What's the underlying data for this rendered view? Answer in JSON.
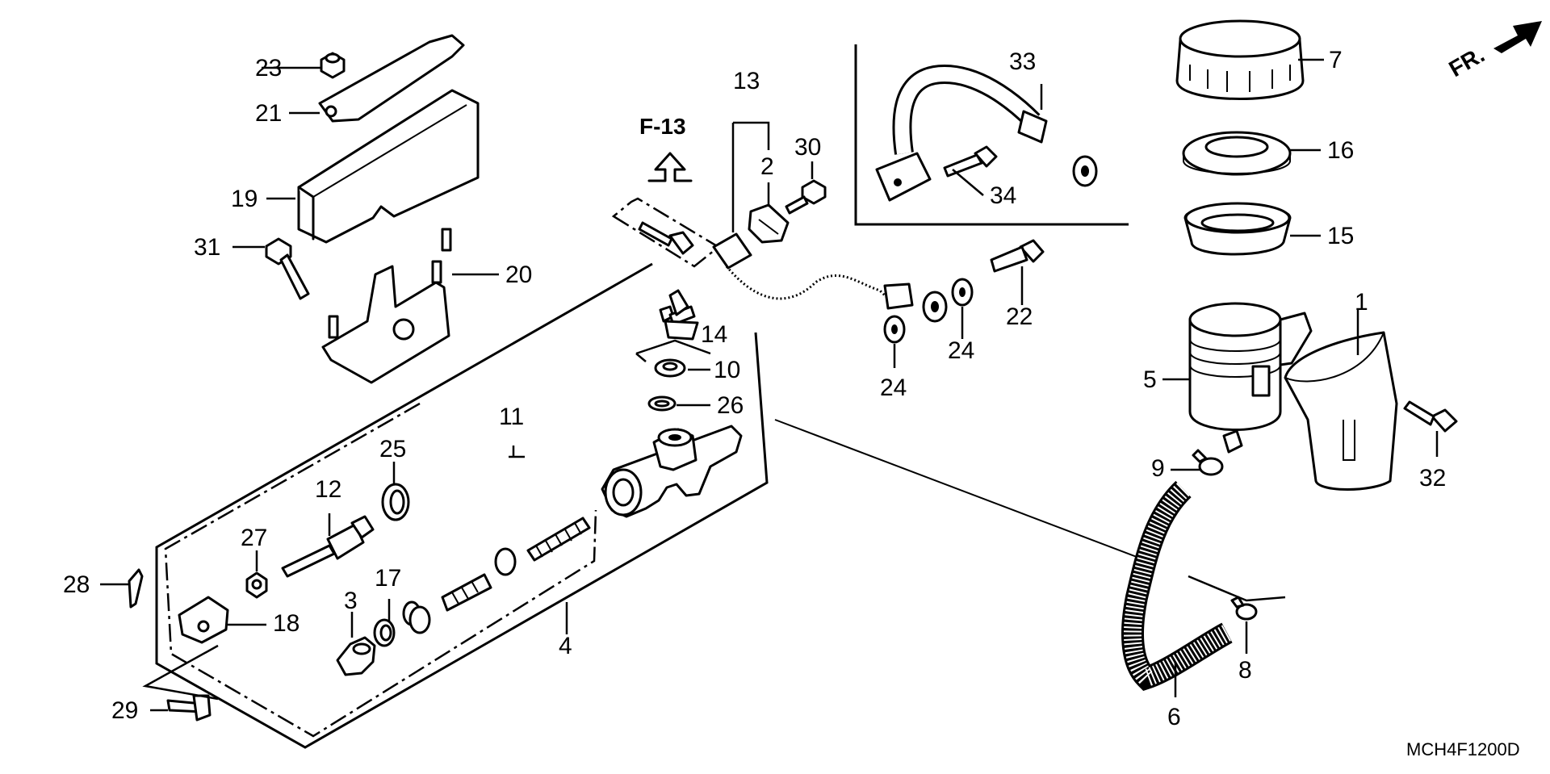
{
  "diagram": {
    "reference": "F-13",
    "direction": "FR.",
    "code": "MCH4F1200D",
    "labels": [
      "1",
      "2",
      "3",
      "4",
      "5",
      "6",
      "7",
      "8",
      "9",
      "10",
      "11",
      "12",
      "13",
      "14",
      "15",
      "16",
      "17",
      "18",
      "19",
      "20",
      "21",
      "22",
      "23",
      "24",
      "24",
      "25",
      "26",
      "27",
      "28",
      "29",
      "30",
      "31",
      "32",
      "33",
      "34"
    ]
  }
}
